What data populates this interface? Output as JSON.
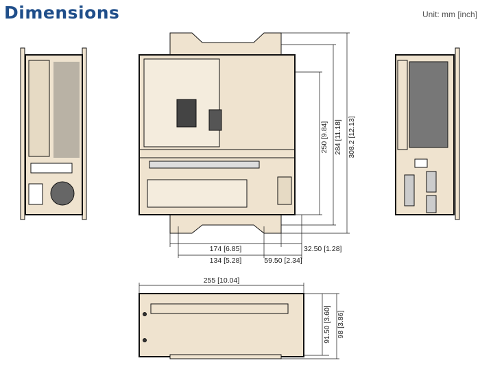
{
  "title": "Dimensions",
  "unit": "Unit: mm [inch]",
  "colors": {
    "title": "#1f4e8a",
    "body": "#efe3cf",
    "line": "#111111"
  },
  "dimensions": {
    "width_bracket": "174 [6.85]",
    "hole_spacing": "134 [5.28]",
    "hole_offset": "59.50 [2.34]",
    "bracket_offset": "32.50 [1.28]",
    "height_body": "250 [9.84]",
    "height_holes": "284 [11.18]",
    "height_total": "308.2 [12.13]",
    "side_length": "255 [10.04]",
    "side_height_body": "91.50 [3.60]",
    "side_height_total": "98 [3.86]"
  }
}
